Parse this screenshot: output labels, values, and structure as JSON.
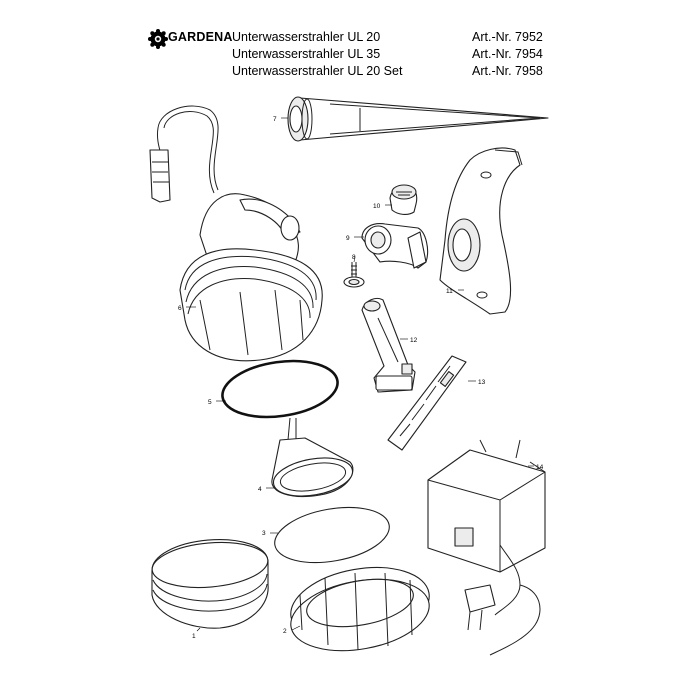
{
  "header": {
    "brand": "GARDENA",
    "titles": [
      "Unterwasserstrahler UL 20",
      "Unterwasserstrahler UL 35",
      "Unterwasserstrahler UL 20 Set"
    ],
    "article_numbers": [
      "Art.-Nr. 7952",
      "Art.-Nr. 7954",
      "Art.-Nr. 7958"
    ]
  },
  "parts": {
    "p1": "1",
    "p2": "2",
    "p3": "3",
    "p4": "4",
    "p5": "5",
    "p6": "6",
    "p7": "7",
    "p8": "8",
    "p9": "9",
    "p10": "10",
    "p11": "11",
    "p12": "12",
    "p13": "13",
    "p14": "14"
  },
  "colors": {
    "line": "#222222",
    "shade": "#ececec"
  },
  "icons": {
    "logo": "gardena-flower-logo"
  }
}
